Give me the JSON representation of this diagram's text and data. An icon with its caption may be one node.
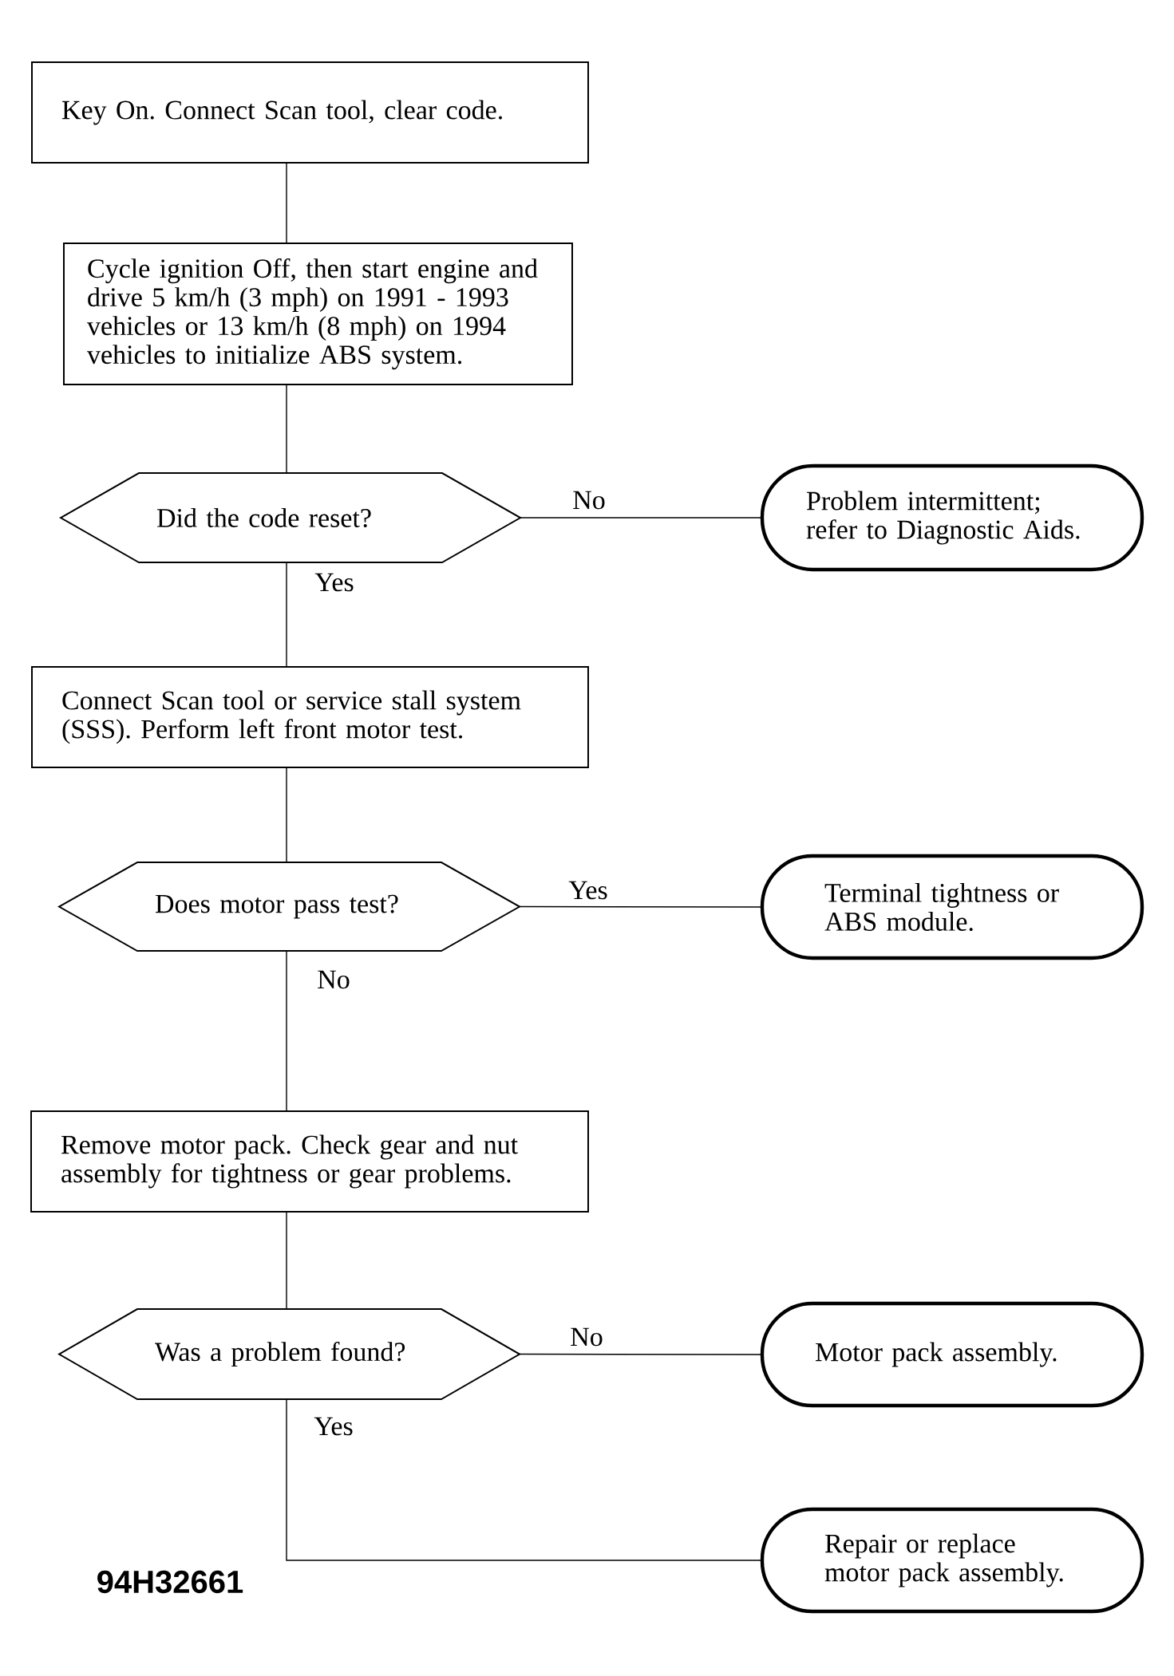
{
  "diagram": {
    "nodes": [
      {
        "text": [
          "Key On. Connect Scan tool, clear code."
        ]
      },
      {
        "text": [
          "Cycle ignition Off, then start engine and drive 5 km/h (3 mph) on 1991 - 1993 vehicles or 13 km/h (8 mph) on 1994 vehicles to initialize ABS system."
        ]
      },
      {
        "text": [
          "Did the code reset?"
        ]
      },
      {
        "text": [
          "Problem intermittent; refer to Diagnostic Aids."
        ]
      },
      {
        "text": [
          "Connect Scan tool or service stall system (SSS). Perform left front motor test."
        ]
      },
      {
        "text": [
          "Does motor pass test?"
        ]
      },
      {
        "text": [
          "Terminal tightness or ABS module."
        ]
      },
      {
        "text": [
          "Remove motor pack. Check gear and nut assembly for tightness or gear problems."
        ]
      },
      {
        "text": [
          "Was a problem found?"
        ]
      },
      {
        "text": [
          "Motor pack assembly."
        ]
      },
      {
        "text": [
          "Repair or replace motor pack assembly."
        ]
      }
    ],
    "edges": [
      {
        "from": 0,
        "to": 1,
        "arrow": "none"
      },
      {
        "from": 1,
        "to": 2,
        "arrow": "none"
      },
      {
        "from": 2,
        "to": 3,
        "arrow": "none",
        "label": "No"
      },
      {
        "from": 2,
        "to": 4,
        "arrow": "none",
        "label": "Yes"
      },
      {
        "from": 4,
        "to": 5,
        "arrow": "none"
      },
      {
        "from": 5,
        "to": 6,
        "arrow": "none",
        "label": "Yes"
      },
      {
        "from": 5,
        "to": 7,
        "arrow": "none",
        "label": "No"
      },
      {
        "from": 7,
        "to": 8,
        "arrow": "none"
      },
      {
        "from": 8,
        "to": 9,
        "arrow": "none",
        "label": "No"
      },
      {
        "from": 8,
        "to": 10,
        "arrow": "none",
        "label": "Yes"
      }
    ],
    "labels": [
      "94H32661"
    ]
  }
}
